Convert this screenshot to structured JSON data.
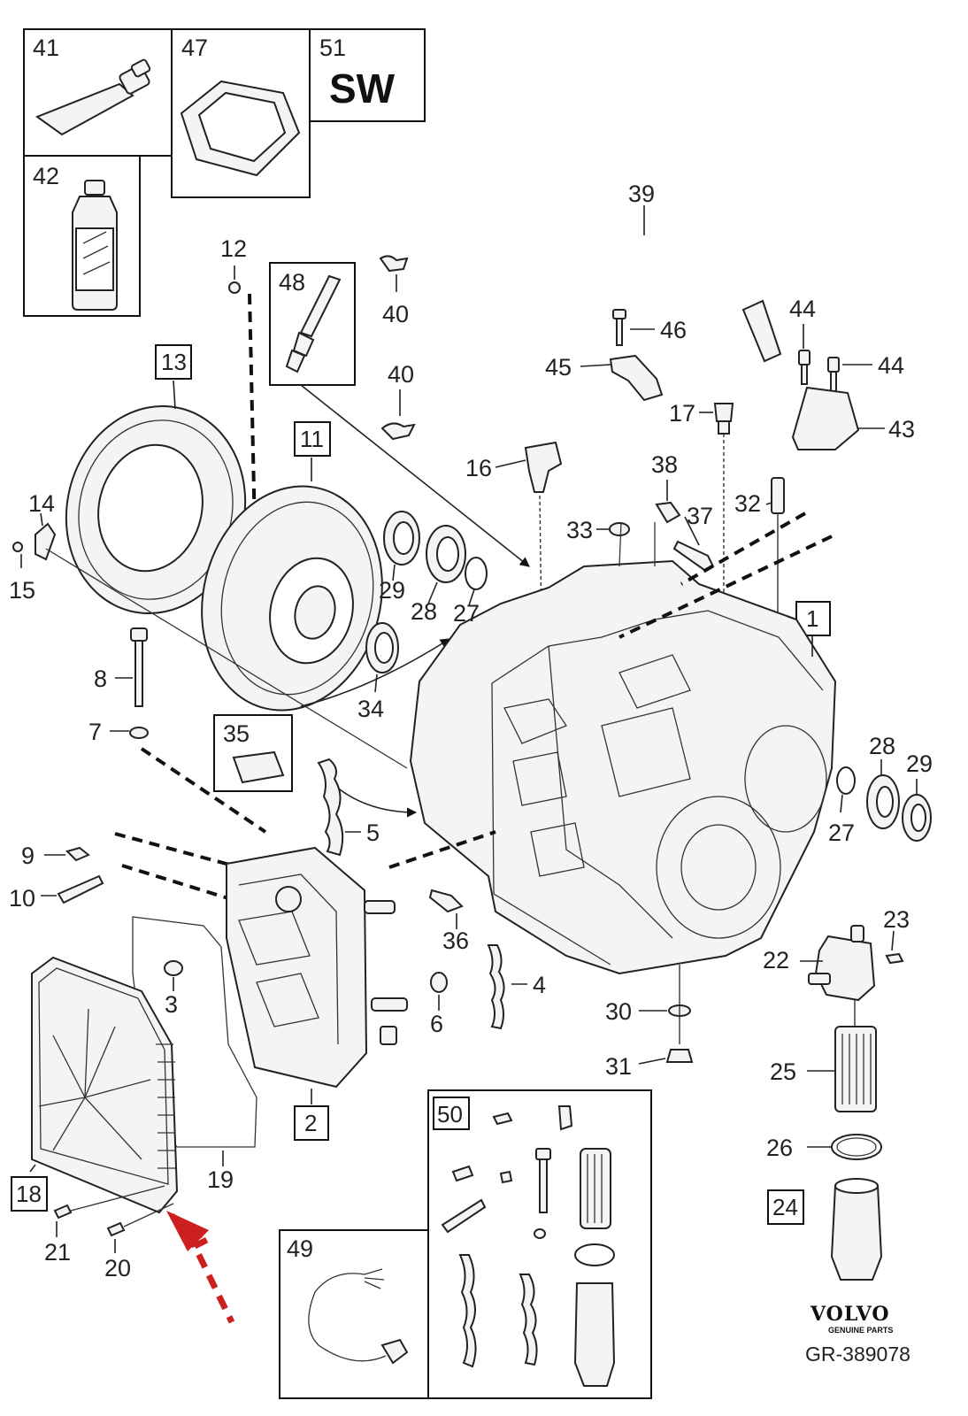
{
  "diagram": {
    "reference": "GR-389078",
    "brand": {
      "name": "VOLVO",
      "tagline": "GENUINE PARTS"
    },
    "highlight_color": "#cc1f1f",
    "boxed_items": {
      "41": "41",
      "47": "47",
      "51": "51",
      "sw": "SW",
      "42": "42",
      "48": "48",
      "13": "13",
      "11": "11",
      "1": "1",
      "35": "35",
      "2": "2",
      "18": "18",
      "24": "24",
      "50": "50",
      "49": "49"
    },
    "callouts": {
      "12": "12",
      "39": "39",
      "40a": "40",
      "40b": "40",
      "46": "46",
      "44a": "44",
      "44b": "44",
      "45": "45",
      "43": "43",
      "17": "17",
      "16": "16",
      "38": "38",
      "37": "37",
      "32": "32",
      "33": "33",
      "14": "14",
      "15": "15",
      "29a": "29",
      "28a": "28",
      "27a": "27",
      "34": "34",
      "8": "8",
      "7": "7",
      "28b": "28",
      "29b": "29",
      "27b": "27",
      "5": "5",
      "9": "9",
      "10": "10",
      "36": "36",
      "23": "23",
      "22": "22",
      "3": "3",
      "4": "4",
      "6": "6",
      "30": "30",
      "31": "31",
      "25": "25",
      "26": "26",
      "19": "19",
      "21": "21",
      "20": "20"
    }
  }
}
